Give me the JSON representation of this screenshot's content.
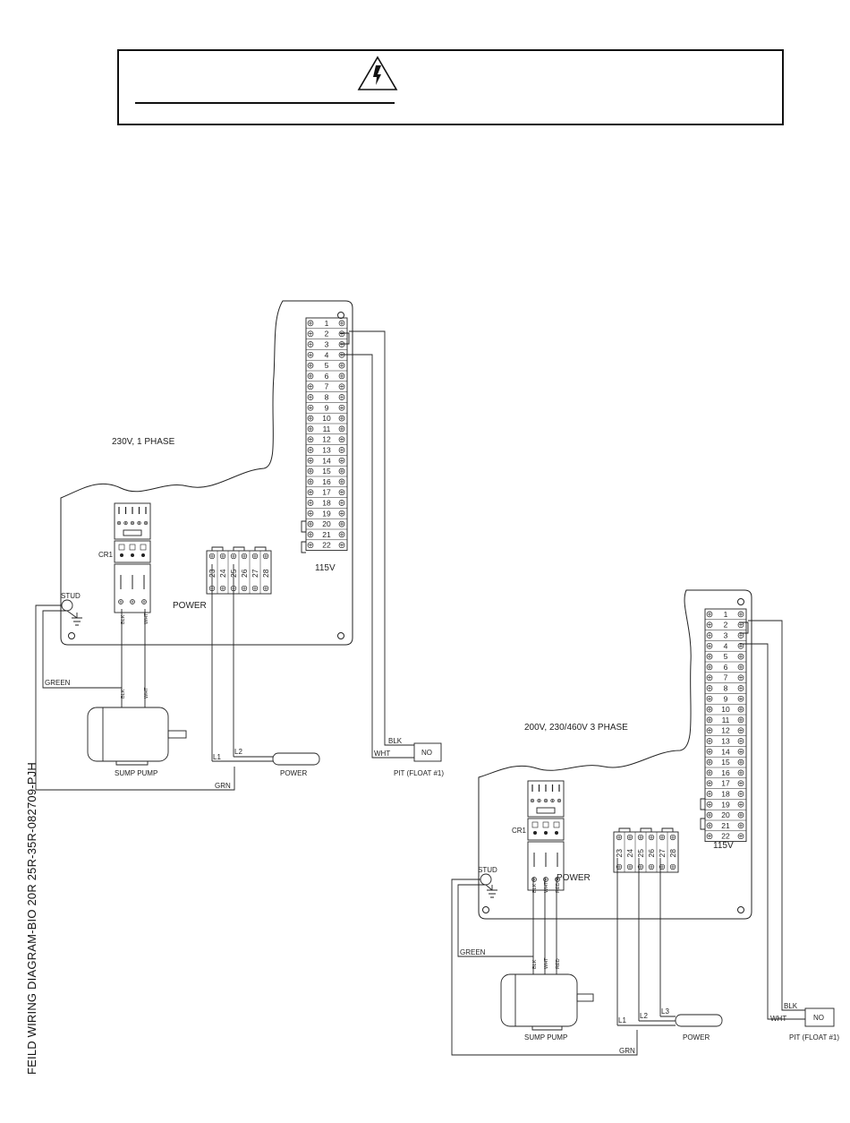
{
  "warning": {
    "icon": "electrical-hazard-icon"
  },
  "side_title": "FEILD WIRING DIAGRAM-BIO 20R 25R-35R-082709-PJH",
  "diagrams": [
    {
      "title": "230V, 1 PHASE",
      "terminal_label": "115V",
      "terminals": [
        "1",
        "2",
        "3",
        "4",
        "5",
        "6",
        "7",
        "8",
        "9",
        "10",
        "11",
        "12",
        "13",
        "14",
        "15",
        "16",
        "17",
        "18",
        "19",
        "20",
        "21",
        "22"
      ],
      "power_terminals": [
        "23",
        "24",
        "25",
        "26",
        "27",
        "28"
      ],
      "power_label": "POWER",
      "relay_label": "CR1",
      "stud_label": "STUD",
      "ground_wire": "GREEN",
      "motor_wires": [
        "BLK",
        "WHT"
      ],
      "motor_label": "SUMP PUMP",
      "lines": [
        "L1",
        "L2"
      ],
      "cord_label": "POWER",
      "ground_cord": "GRN",
      "float_wires": [
        "BLK",
        "WHT"
      ],
      "float_switch": "NO",
      "float_label": "PIT (FLOAT #1)"
    },
    {
      "title": "200V, 230/460V 3 PHASE",
      "terminal_label": "115V",
      "terminals": [
        "1",
        "2",
        "3",
        "4",
        "5",
        "6",
        "7",
        "8",
        "9",
        "10",
        "11",
        "12",
        "13",
        "14",
        "15",
        "16",
        "17",
        "18",
        "19",
        "20",
        "21",
        "22"
      ],
      "power_terminals": [
        "23",
        "24",
        "25",
        "26",
        "27",
        "28"
      ],
      "power_label": "POWER",
      "relay_label": "CR1",
      "stud_label": "STUD",
      "ground_wire": "GREEN",
      "motor_wires": [
        "BLK",
        "WHT",
        "RED"
      ],
      "motor_label": "SUMP PUMP",
      "lines": [
        "L1",
        "L2",
        "L3"
      ],
      "cord_label": "POWER",
      "ground_cord": "GRN",
      "float_wires": [
        "BLK",
        "WHT"
      ],
      "float_switch": "NO",
      "float_label": "PIT (FLOAT #1)"
    }
  ]
}
